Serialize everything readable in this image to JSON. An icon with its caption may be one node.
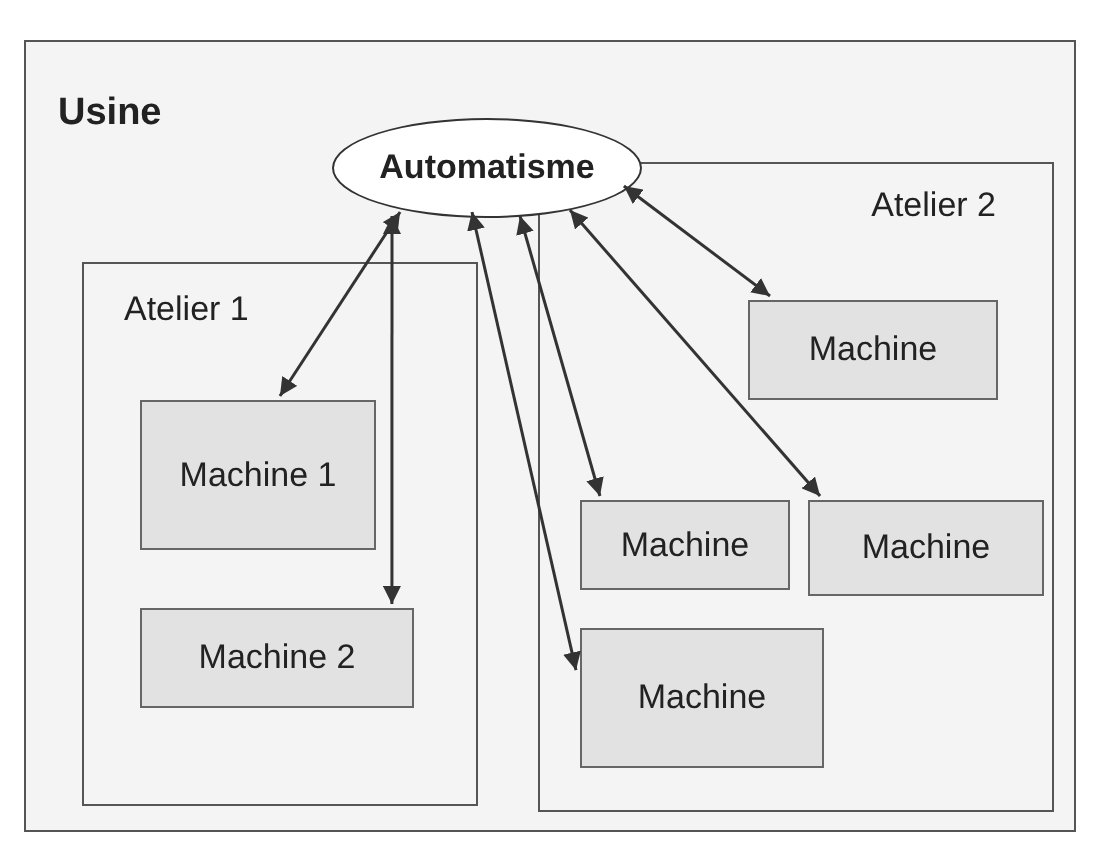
{
  "diagram": {
    "nodes": [
      {
        "text": [
          "Usine"
        ]
      },
      {
        "text": [
          "Automatisme"
        ],
        "in": 0
      },
      {
        "text": [
          "Atelier 1"
        ],
        "in": 0
      },
      {
        "text": [
          "Machine 1"
        ],
        "in": 2
      },
      {
        "text": [
          "Machine 2"
        ],
        "in": 2
      },
      {
        "text": [
          "Atelier 2"
        ],
        "in": 0
      },
      {
        "text": [
          "Machine"
        ],
        "in": 5
      },
      {
        "text": [
          "Machine"
        ],
        "in": 5
      },
      {
        "text": [
          "Machine"
        ],
        "in": 5
      },
      {
        "text": [
          "Machine"
        ],
        "in": 5
      }
    ],
    "edges": [
      {
        "from": 1,
        "to": 3,
        "arrow": "both"
      },
      {
        "from": 1,
        "to": 4,
        "arrow": "both"
      },
      {
        "from": 1,
        "to": 9,
        "arrow": "both"
      },
      {
        "from": 1,
        "to": 7,
        "arrow": "both"
      },
      {
        "from": 1,
        "to": 8,
        "arrow": "both"
      },
      {
        "from": 1,
        "to": 6,
        "arrow": "both"
      }
    ]
  }
}
